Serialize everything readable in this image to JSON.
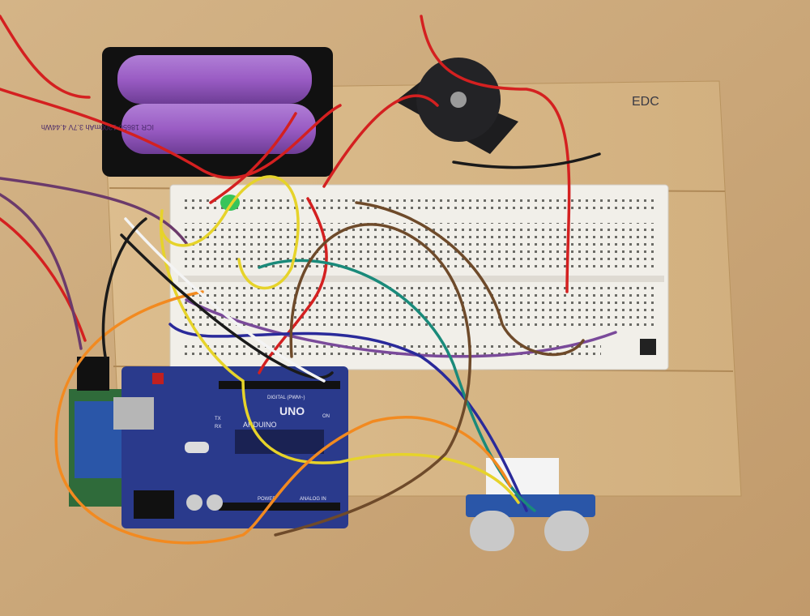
{
  "photo": {
    "board_label": "EDC",
    "battery_text": "ICR 18650-1200mAh 3.7V 4.44Wh",
    "arduino": {
      "logo": "ARDUINO",
      "model": "UNO",
      "digital_header": "DIGITAL (PWM~)",
      "power_header": "POWER",
      "analog_header": "ANALOG IN",
      "on_label": "ON",
      "tx_label": "TX",
      "rx_label": "RX"
    }
  },
  "colors": {
    "table": "#c9a77a",
    "plywood": "#d9b98a",
    "breadboard": "#f1efe9",
    "arduino": "#2a3a8c",
    "battery": "#9a5cc4"
  }
}
